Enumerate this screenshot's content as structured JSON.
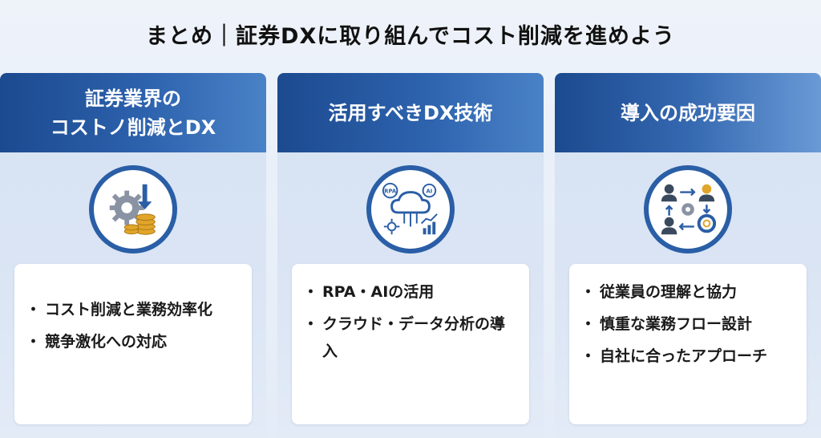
{
  "title": "まとめ｜証券DXに取り組んでコスト削減を進めよう",
  "columns": [
    {
      "header_lines": [
        "証券業界の",
        "コストノ削減とDX"
      ],
      "icon": "gear-coins-icon",
      "bullets": [
        "コスト削減と業務効率化",
        "競争激化への対応"
      ]
    },
    {
      "header_lines": [
        "活用すべきDX技術"
      ],
      "icon": "cloud-rpa-ai-icon",
      "icon_labels": [
        "RPA",
        "AI"
      ],
      "bullets": [
        "RPA・AIの活用",
        "クラウド・データ分析の導入"
      ]
    },
    {
      "header_lines": [
        "導入の成功要因"
      ],
      "icon": "team-collaboration-icon",
      "bullets": [
        "従業員の理解と協力",
        "慎重な業務フロー設計",
        "自社に合ったアプローチ"
      ]
    }
  ],
  "colors": {
    "header_blue": "#1c4a8f",
    "accent_blue": "#2a5ea6",
    "coin_gold": "#e0a52a",
    "background": "#e4ecf7"
  }
}
